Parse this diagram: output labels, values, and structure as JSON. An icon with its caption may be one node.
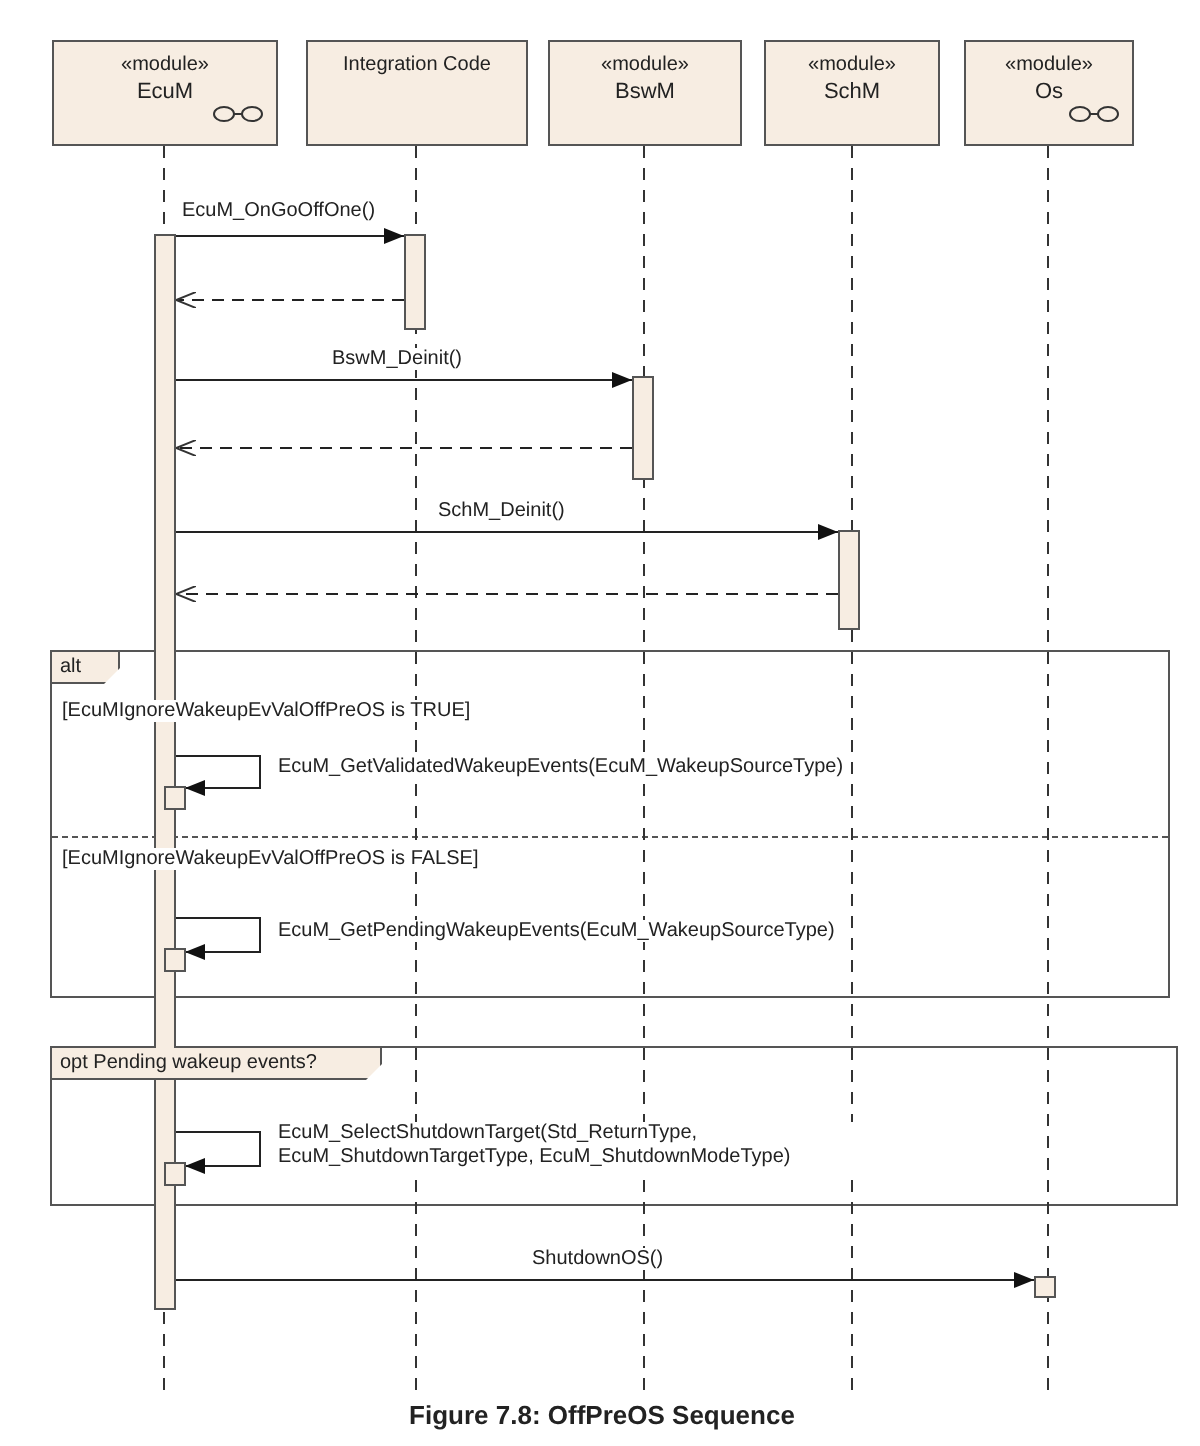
{
  "diagram": {
    "caption": "Figure 7.8: OffPreOS Sequence",
    "nodes": [
      {
        "text": [
          "«module»",
          "EcuM"
        ]
      },
      {
        "text": [
          "Integration Code"
        ]
      },
      {
        "text": [
          "«module»",
          "BswM"
        ]
      },
      {
        "text": [
          "«module»",
          "SchM"
        ]
      },
      {
        "text": [
          "«module»",
          "Os"
        ]
      },
      {
        "text": [
          "alt",
          "[EcuMIgnoreWakeupEvValOffPreOS is TRUE]",
          "[EcuMIgnoreWakeupEvValOffPreOS is FALSE]"
        ]
      },
      {
        "text": [
          "opt Pending wakeup events?"
        ]
      },
      {
        "text": [],
        "shape": "bar"
      },
      {
        "text": [],
        "shape": "bar"
      },
      {
        "text": [],
        "shape": "bar"
      },
      {
        "text": [],
        "shape": "bar"
      },
      {
        "text": [],
        "shape": "box",
        "in": 5
      },
      {
        "text": [],
        "shape": "box",
        "in": 5
      },
      {
        "text": [],
        "shape": "box",
        "in": 6
      },
      {
        "text": [],
        "shape": "box"
      }
    ],
    "edges": [
      {
        "from": 7,
        "to": 8,
        "arrow": "to",
        "label": "EcuM_OnGoOffOne()"
      },
      {
        "from": 8,
        "to": 7,
        "arrow": "to",
        "style": "dashed"
      },
      {
        "from": 7,
        "to": 9,
        "arrow": "to",
        "label": "BswM_Deinit()"
      },
      {
        "from": 9,
        "to": 7,
        "arrow": "to",
        "style": "dashed"
      },
      {
        "from": 7,
        "to": 10,
        "arrow": "to",
        "label": "SchM_Deinit()"
      },
      {
        "from": 10,
        "to": 7,
        "arrow": "to",
        "style": "dashed"
      },
      {
        "from": 7,
        "to": 11,
        "arrow": "to",
        "label": "EcuM_GetValidatedWakeupEvents(EcuM_WakeupSourceType)"
      },
      {
        "from": 7,
        "to": 12,
        "arrow": "to",
        "label": "EcuM_GetPendingWakeupEvents(EcuM_WakeupSourceType)"
      },
      {
        "from": 7,
        "to": 13,
        "arrow": "to",
        "label": "EcuM_SelectShutdownTarget(Std_ReturnType, EcuM_ShutdownTargetType, EcuM_ShutdownModeType)"
      },
      {
        "from": 7,
        "to": 14,
        "arrow": "to",
        "label": "ShutdownOS()"
      }
    ]
  }
}
